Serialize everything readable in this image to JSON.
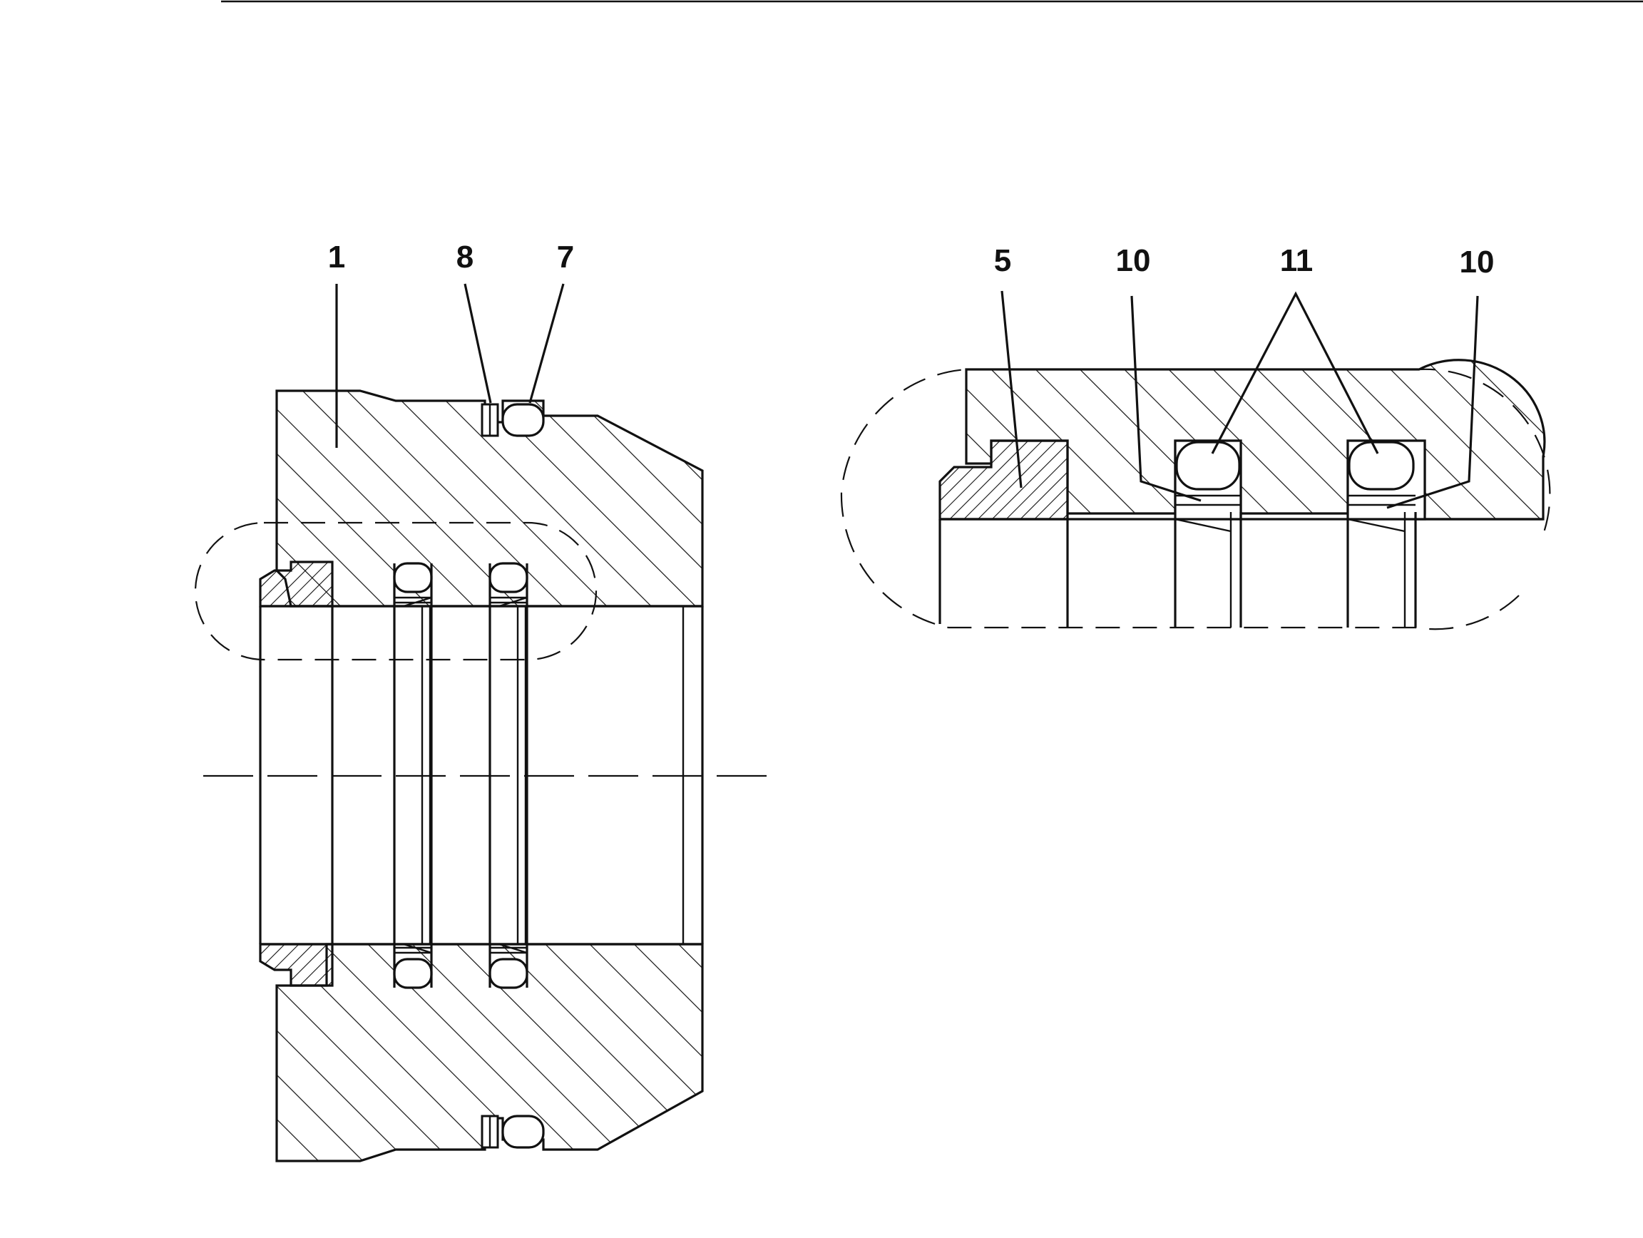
{
  "main_view": {
    "callouts": [
      {
        "id": "c1",
        "text": "1"
      },
      {
        "id": "c8",
        "text": "8"
      },
      {
        "id": "c7",
        "text": "7"
      }
    ]
  },
  "detail_view": {
    "callouts": [
      {
        "id": "d5",
        "text": "5"
      },
      {
        "id": "d10a",
        "text": "10"
      },
      {
        "id": "d11",
        "text": "11"
      },
      {
        "id": "d10b",
        "text": "10"
      }
    ]
  },
  "colors": {
    "line": "#111111",
    "background": "#ffffff"
  }
}
